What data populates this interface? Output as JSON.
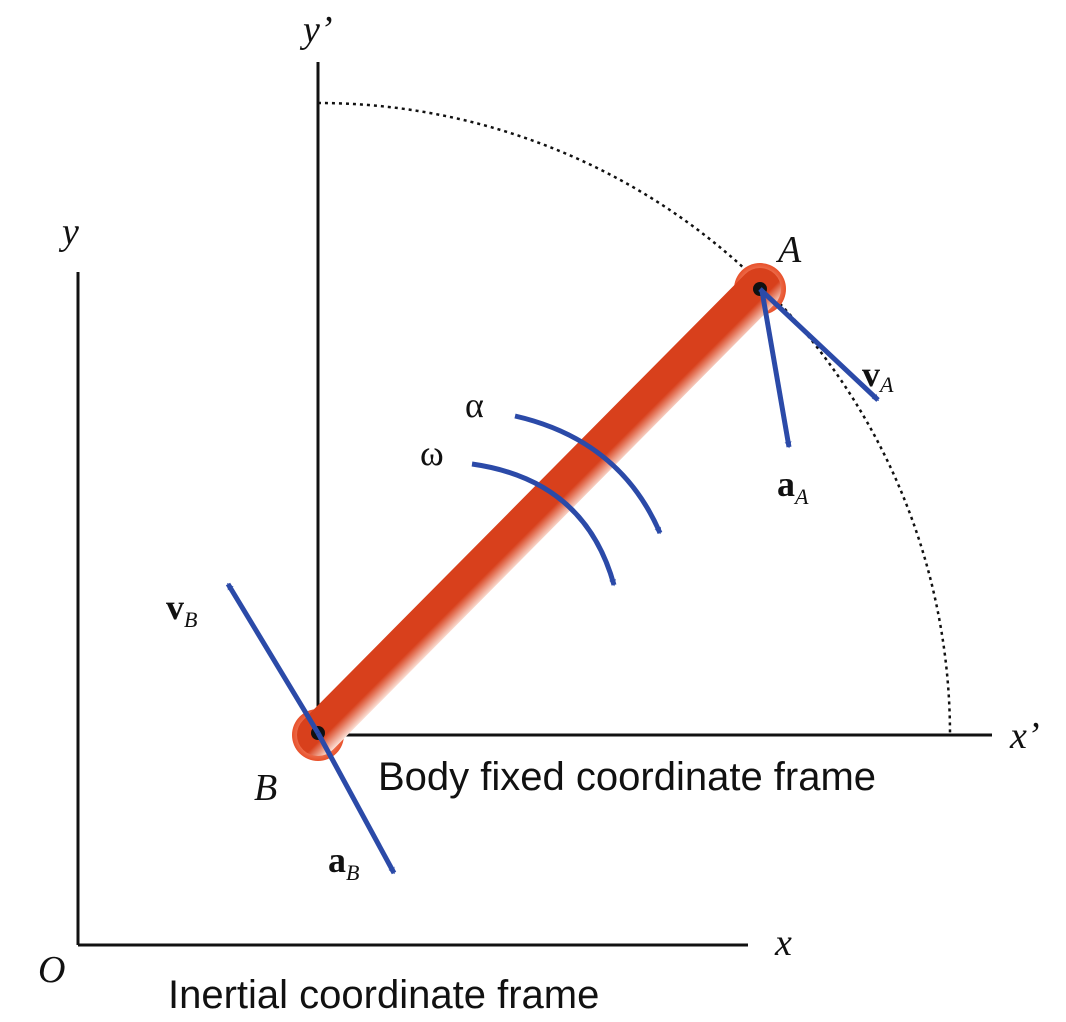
{
  "labels": {
    "inertial_frame": "Inertial coordinate frame",
    "body_frame": "Body fixed coordinate frame",
    "origin": "O",
    "x": "x",
    "y": "y",
    "x_prime": "x’",
    "y_prime": "y’",
    "point_a": "A",
    "point_b": "B",
    "alpha": "α",
    "omega": "ω",
    "v_a_main": "v",
    "v_a_sub": "A",
    "a_a_main": "a",
    "a_a_sub": "A",
    "v_b_main": "v",
    "v_b_sub": "B",
    "a_b_main": "a",
    "a_b_sub": "B"
  },
  "colors": {
    "vector": "#2b4aa8",
    "rod": "#e8502a",
    "rod_highlight": "#fde4da",
    "axis": "#111111"
  }
}
